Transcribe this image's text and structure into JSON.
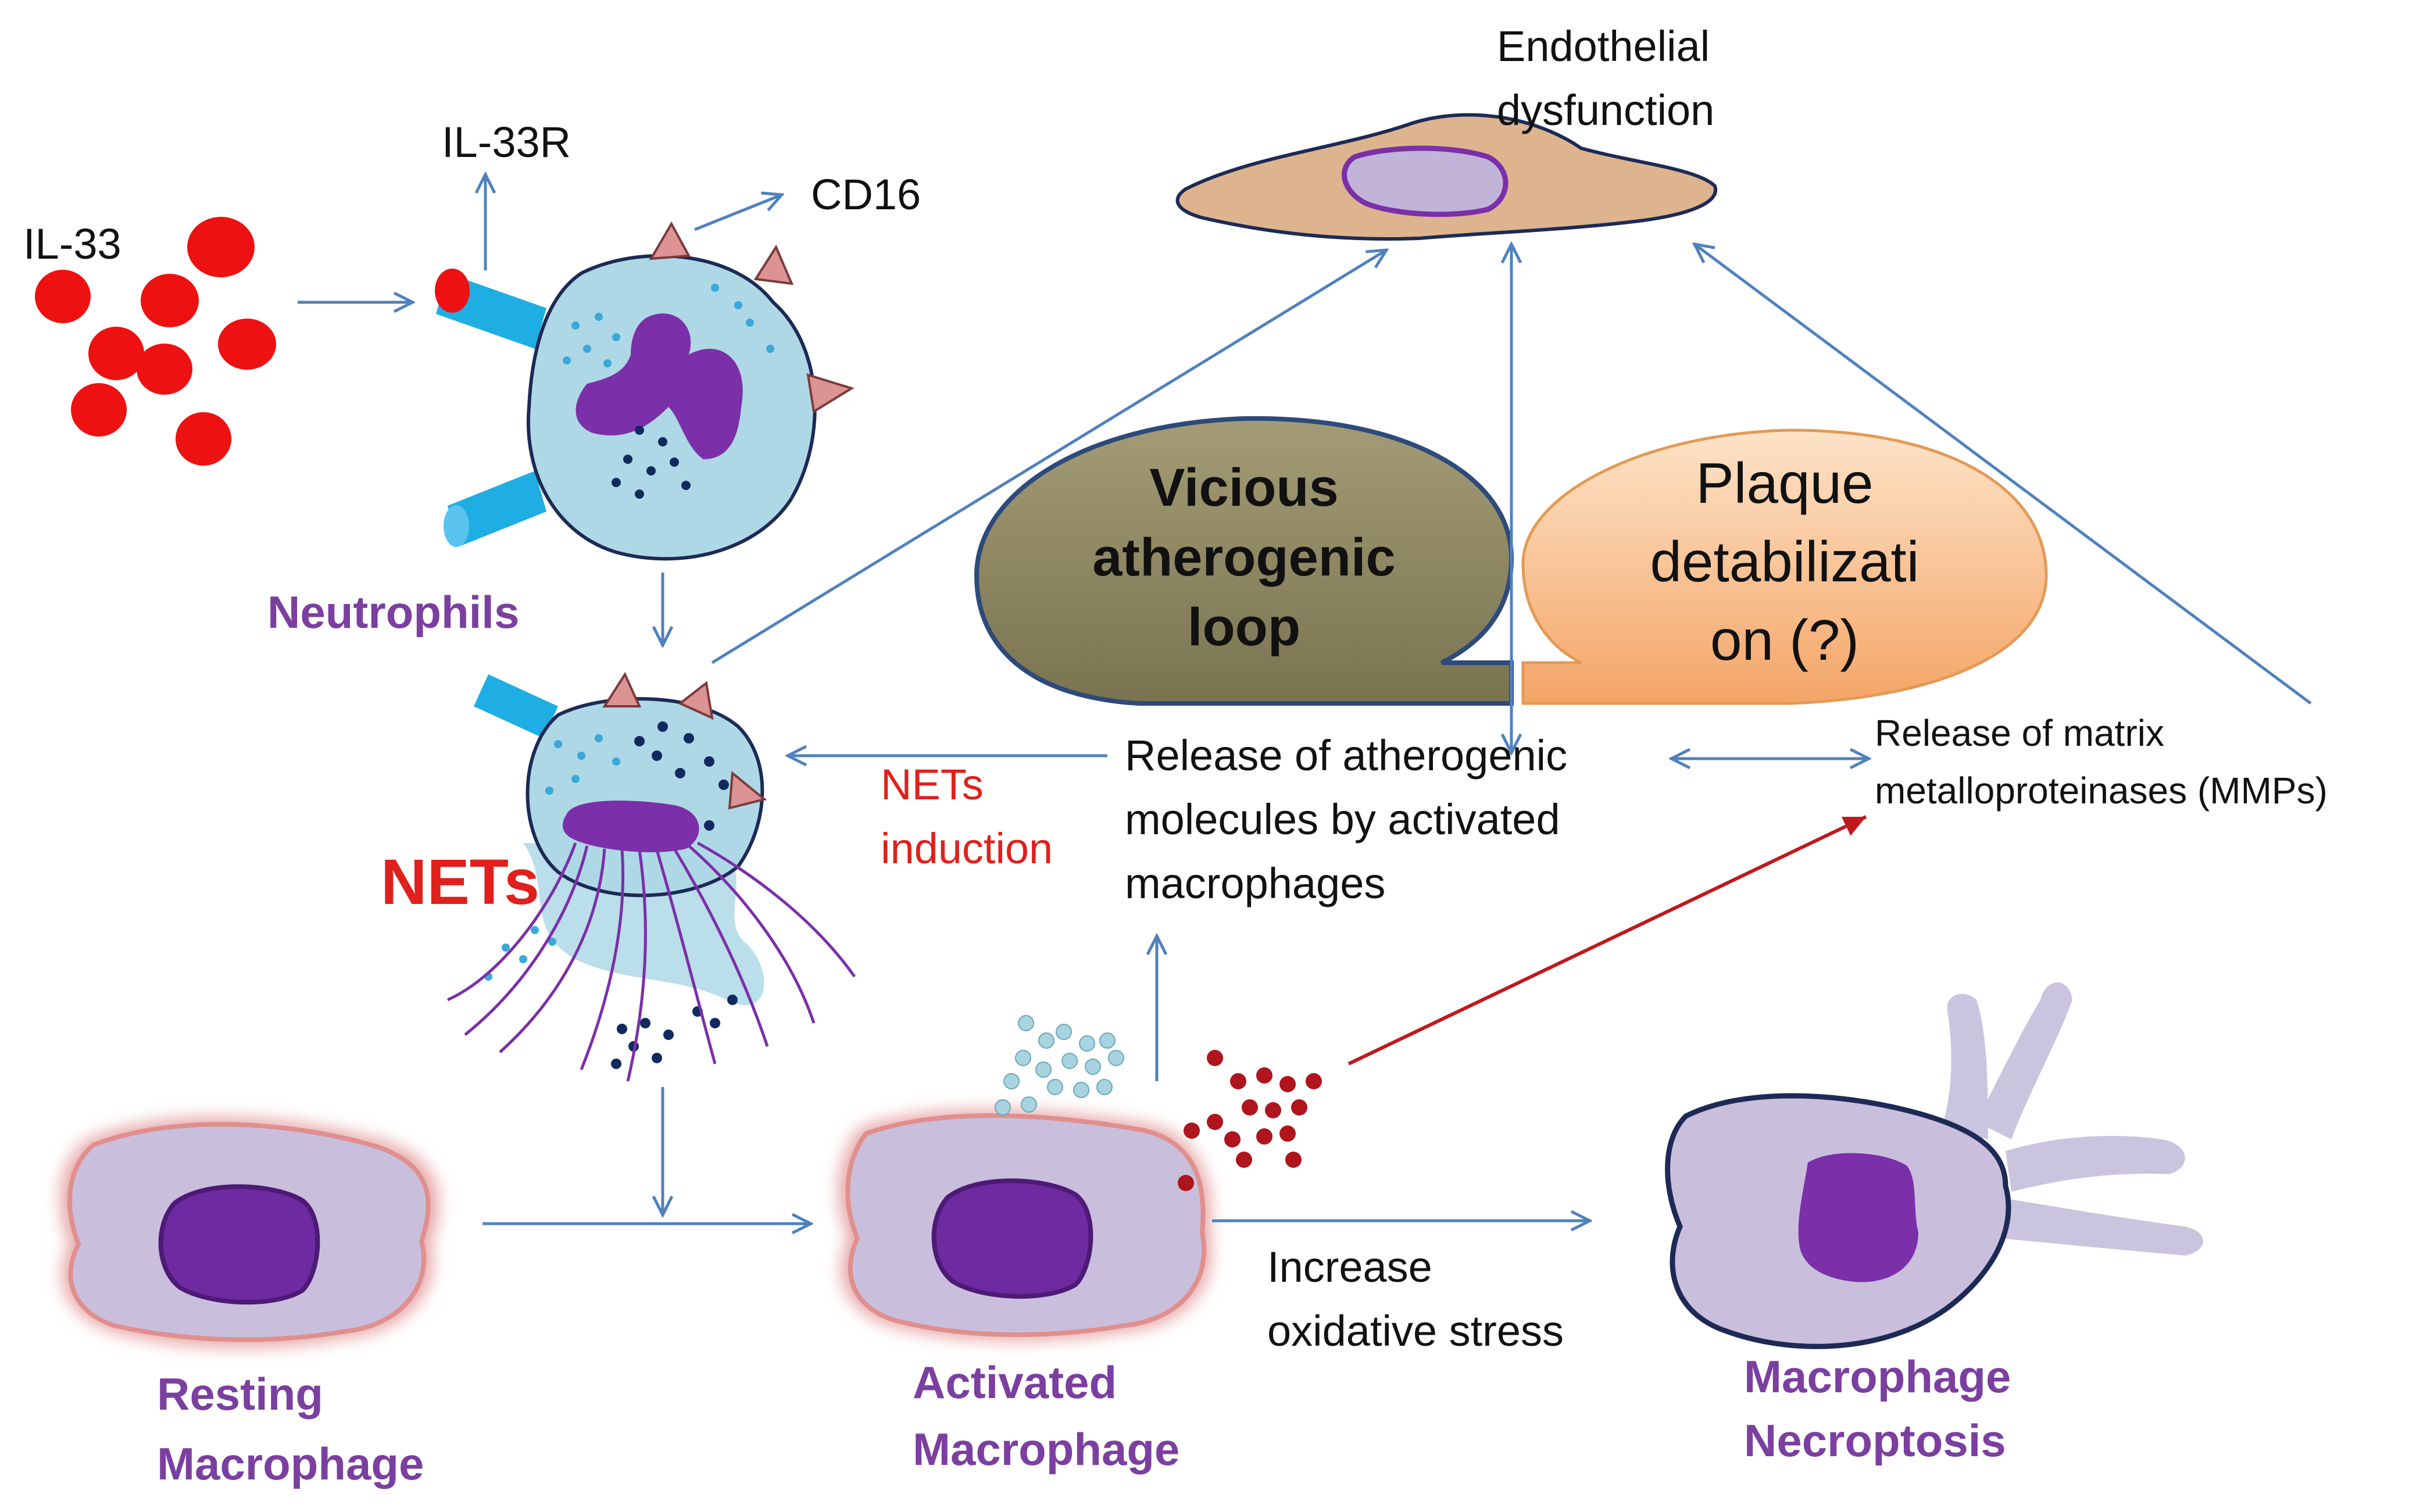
{
  "labels": {
    "il33": "IL-33",
    "il33r": "IL-33R",
    "cd16": "CD16",
    "endothelial_line1": "Endothelial",
    "endothelial_line2": "dysfunction",
    "neutrophils": "Neutrophils",
    "nets": "NETs",
    "nets_induction_line1": "NETs",
    "nets_induction_line2": "induction",
    "vicious_line1": "Vicious",
    "vicious_line2": "atherogenic",
    "vicious_line3": "loop",
    "plaque_line1": "Plaque",
    "plaque_line2": "detabilizati",
    "plaque_line3": "on (?)",
    "release_athero_line1": "Release of atherogenic",
    "release_athero_line2": "molecules by activated",
    "release_athero_line3": "macrophages",
    "release_mmp_line1": "Release of matrix",
    "release_mmp_line2": "metalloproteinases (MMPs)",
    "resting_line1": "Resting",
    "resting_line2": "Macrophage",
    "activated_line1": "Activated",
    "activated_line2": "Macrophage",
    "oxidative_line1": "Increase",
    "oxidative_line2": "oxidative stress",
    "necroptosis_line1": "Macrophage",
    "necroptosis_line2": "Necroptosis"
  },
  "colors": {
    "arrow": "#4f81bd",
    "red_arrow": "#c0181c",
    "il33_dot": "#ee1111",
    "neutrophil_fill": "#aed8e6",
    "nucleus": "#7b2fa8",
    "macrophage_fill": "#c9bfdd",
    "endothelial_fill": "#ddb48e",
    "bubble_olive": "#8c845e",
    "bubble_peach": "#f7b27a"
  }
}
